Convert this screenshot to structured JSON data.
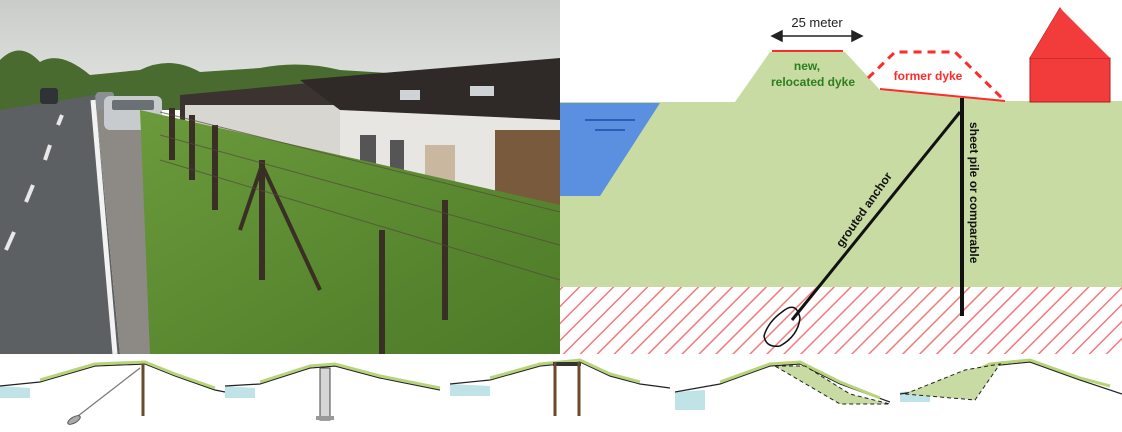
{
  "diagram": {
    "width_label": "25 meter",
    "new_dyke_label_line1": "new,",
    "new_dyke_label_line2": "relocated dyke",
    "former_dyke_label": "former dyke",
    "anchor_label": "grouted anchor",
    "sheet_pile_label": "sheet pile or comparable"
  },
  "colors": {
    "dyke_green": "#c7dba3",
    "water_blue": "#5b8fe0",
    "house_red": "#f23b3b",
    "former_dyke_red": "#ff2a2a",
    "hatch_red": "#f47a7a",
    "label_green": "#2e7d1e"
  },
  "strip": {
    "sketch_count": 5
  }
}
